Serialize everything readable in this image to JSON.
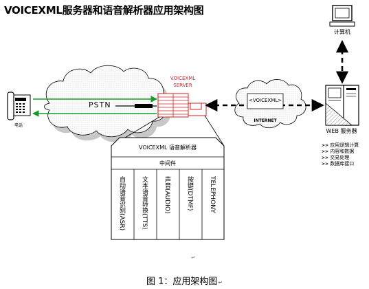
{
  "title": "VOICEXML服务器和语音解析器应用架构图",
  "computer_label": "计算机",
  "phone_label": "电话",
  "pstn_label": "PSTN",
  "server_label_line1": "VOICEXML",
  "server_label_line2": "SERVER",
  "voicexml_tag": "<VOICEXML>",
  "internet_label": "INTERNET",
  "web_server_label": "WEB 服务器",
  "web_functions": [
    "应用逻辑计算",
    "内容和数据",
    "交易处理",
    "数据库接口"
  ],
  "parser": {
    "title": "VOICEXML 语音解析器",
    "middleware": "中间件",
    "modules": [
      "自动语音识别(ASR)",
      "文本语音转换(TTS)",
      "声音(AUDIO)",
      "按键(DTMF)",
      "TELEPHONY"
    ]
  },
  "caption": "图 1：应用架构图",
  "colors": {
    "green_line": "#1a9a2a",
    "red_server": "#d41f1f",
    "arrow": "#000000"
  }
}
